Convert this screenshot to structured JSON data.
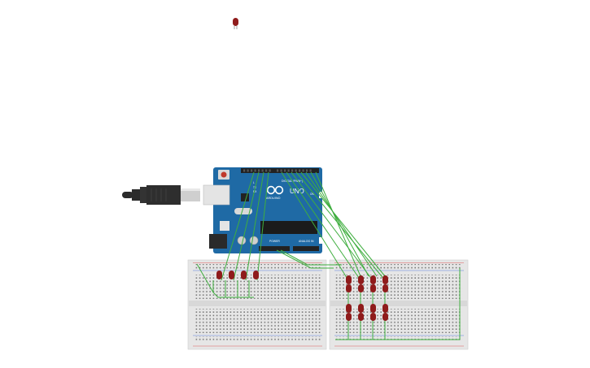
{
  "board": {
    "brand": "ARDUINO",
    "model": "UNO",
    "digital_header": "DIGITAL (PWM~)",
    "power_header": "POWER",
    "analog_header": "ANALOG IN",
    "tx_label": "TX",
    "rx_label": "RX",
    "on_label": "ON",
    "l_label": "L"
  },
  "colors": {
    "board_blue": "#1f6aa5",
    "board_dark": "#17507e",
    "wire_green": "#3fae3f",
    "led_red": "#8f1b1b",
    "breadboard": "#e6e6e6",
    "rail_red": "#e05a5a",
    "rail_blue": "#5a7de0",
    "usb_cable": "#2b2b2b"
  },
  "icons": {
    "arduino_logo": "infinity-icon",
    "reset": "reset-button-icon"
  }
}
